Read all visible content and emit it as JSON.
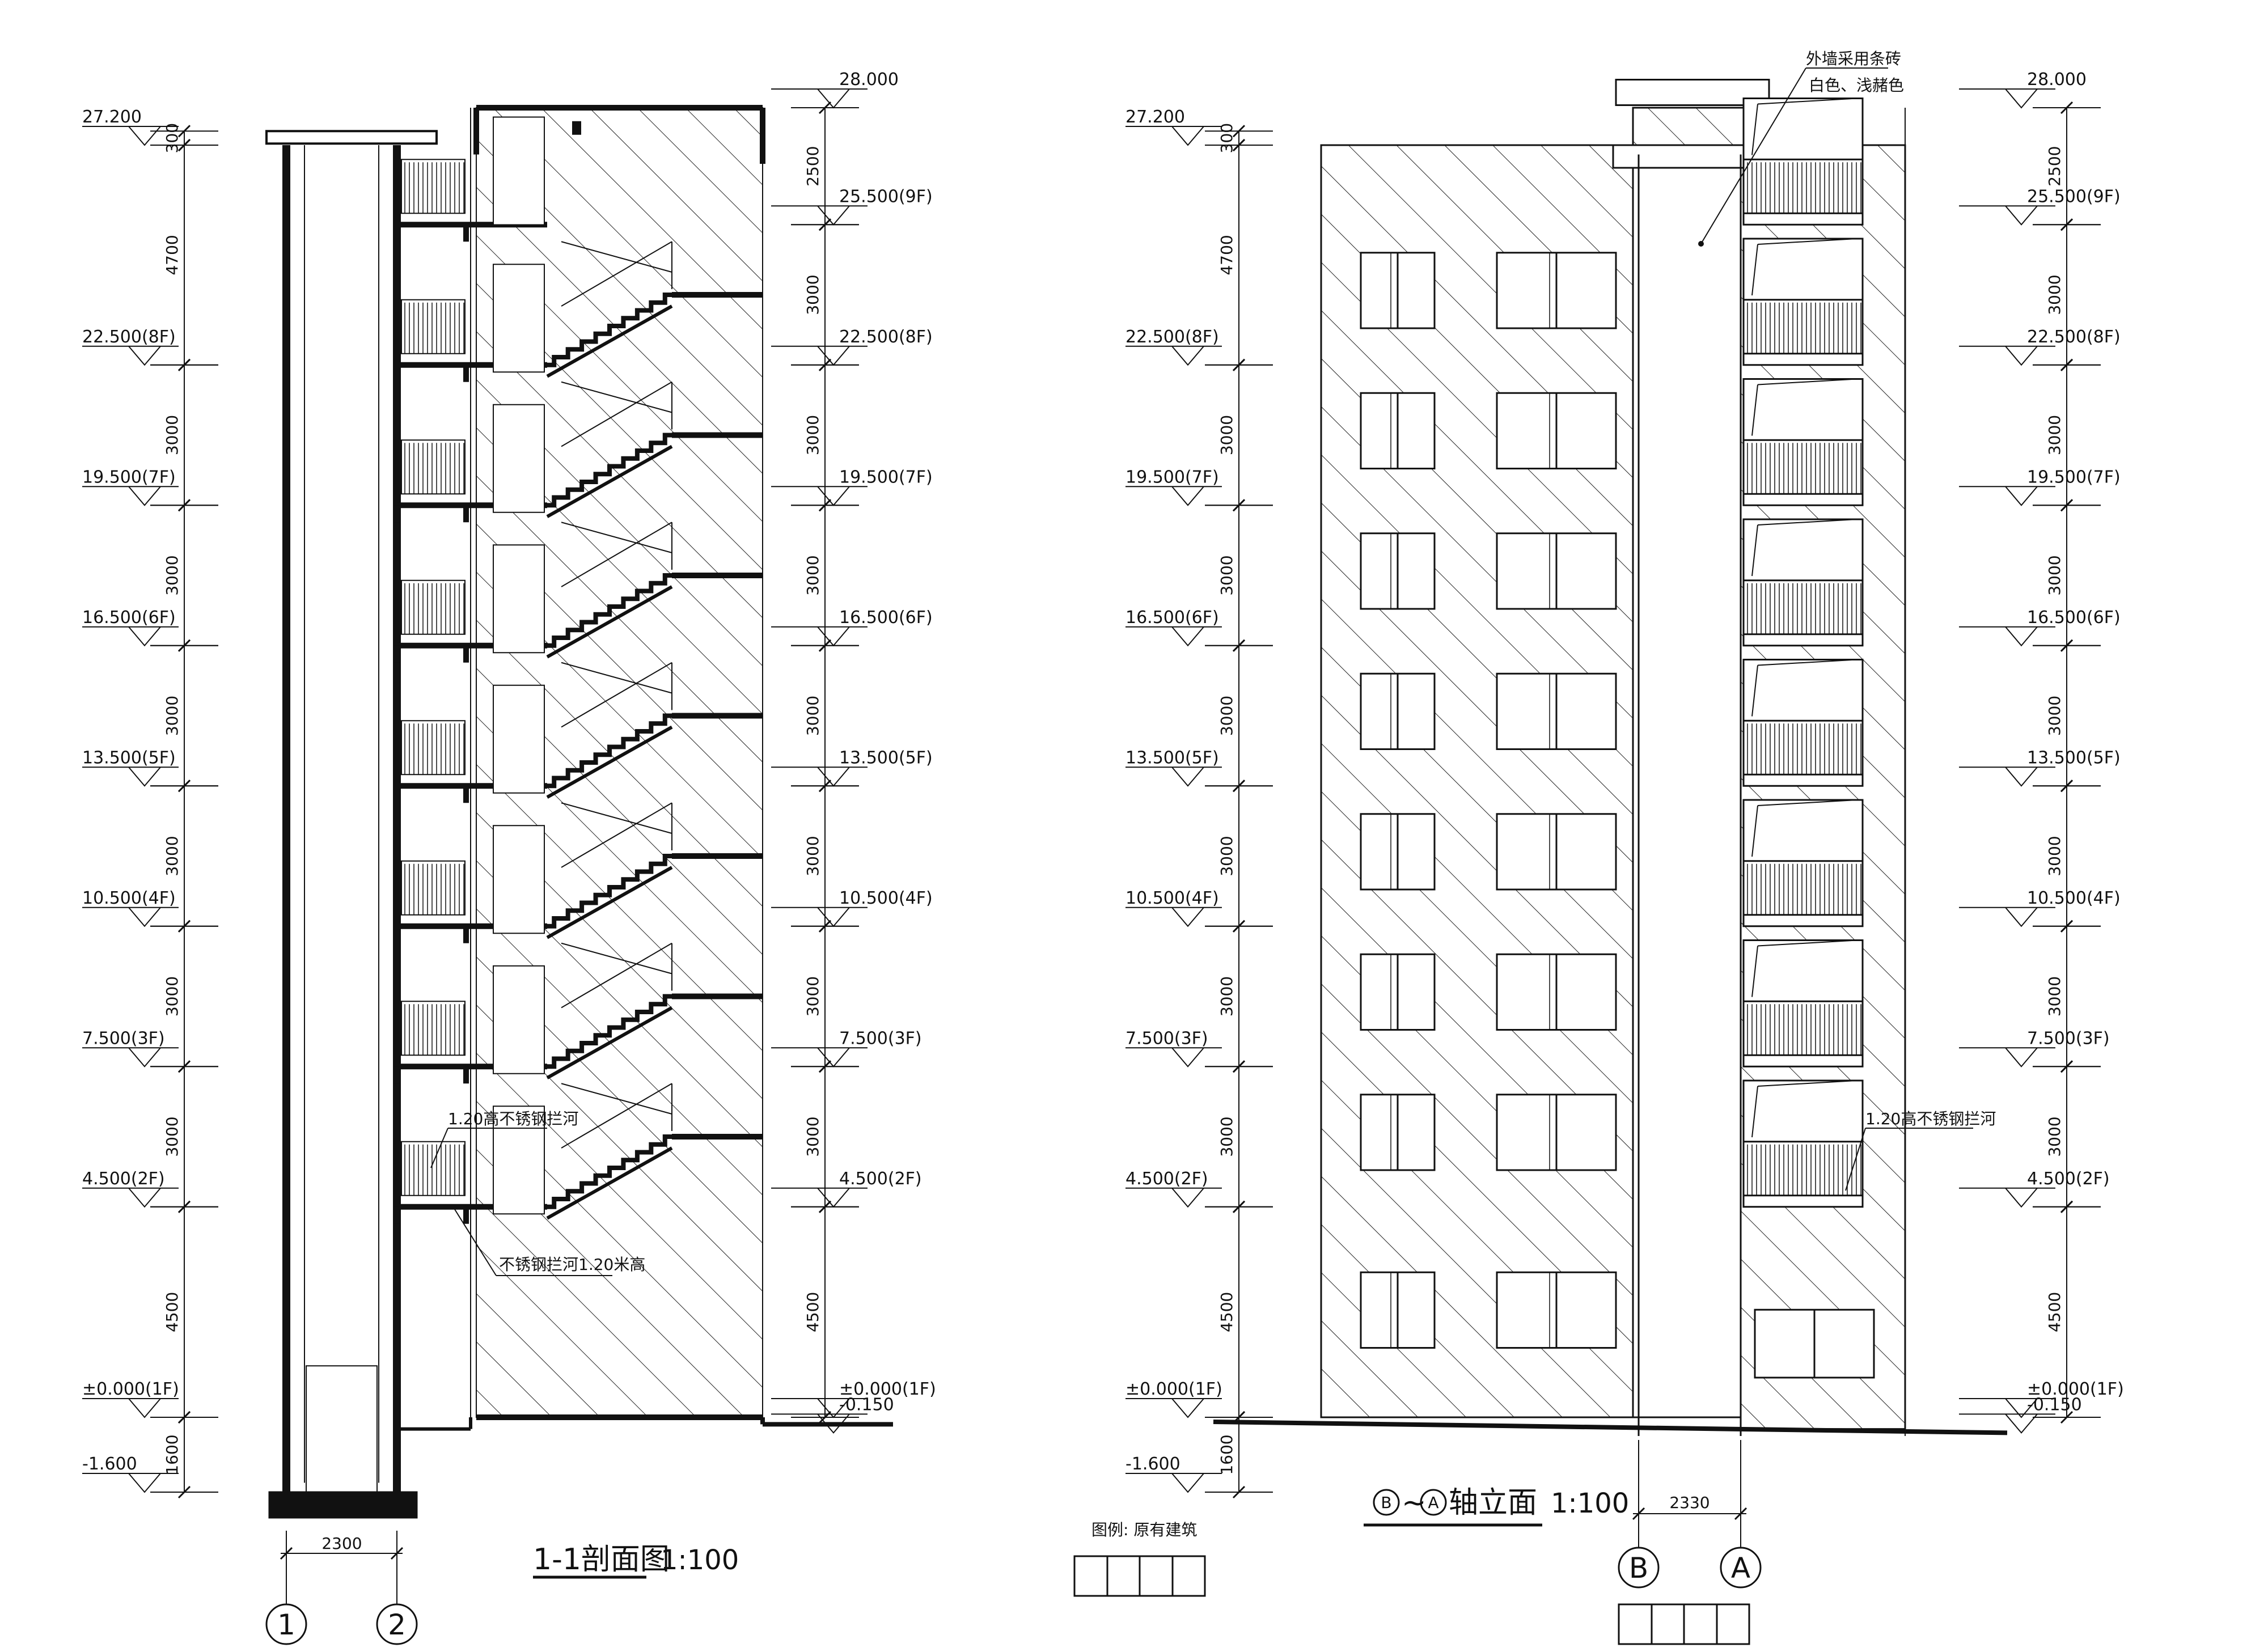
{
  "levels": [
    {
      "label": "28.000",
      "elev": 28.0,
      "side": "right"
    },
    {
      "label": "27.200",
      "elev": 27.2,
      "side": "left"
    },
    {
      "label": "25.500(9F)",
      "elev": 25.5,
      "side": "right"
    },
    {
      "label": "22.500(8F)",
      "elev": 22.5,
      "side": "both"
    },
    {
      "label": "19.500(7F)",
      "elev": 19.5,
      "side": "both"
    },
    {
      "label": "16.500(6F)",
      "elev": 16.5,
      "side": "both"
    },
    {
      "label": "13.500(5F)",
      "elev": 13.5,
      "side": "both"
    },
    {
      "label": "10.500(4F)",
      "elev": 10.5,
      "side": "both"
    },
    {
      "label": "7.500(3F)",
      "elev": 7.5,
      "side": "both"
    },
    {
      "label": "4.500(2F)",
      "elev": 4.5,
      "side": "both"
    },
    {
      "label": "±0.000(1F)",
      "elev": 0.0,
      "side": "both"
    },
    {
      "label": "-0.150",
      "elev": -0.15,
      "side": "right"
    },
    {
      "label": "-1.600",
      "elev": -1.6,
      "side": "left"
    }
  ],
  "left_dims": [
    {
      "label": "300",
      "from": 27.2,
      "to": 27.5
    },
    {
      "label": "4700",
      "from": 22.5,
      "to": 27.2
    },
    {
      "label": "3000",
      "from": 19.5,
      "to": 22.5
    },
    {
      "label": "3000",
      "from": 16.5,
      "to": 19.5
    },
    {
      "label": "3000",
      "from": 13.5,
      "to": 16.5
    },
    {
      "label": "3000",
      "from": 10.5,
      "to": 13.5
    },
    {
      "label": "3000",
      "from": 7.5,
      "to": 10.5
    },
    {
      "label": "3000",
      "from": 4.5,
      "to": 7.5
    },
    {
      "label": "4500",
      "from": 0.0,
      "to": 4.5
    },
    {
      "label": "1600",
      "from": -1.6,
      "to": 0.0
    }
  ],
  "right_dims": [
    {
      "label": "2500",
      "from": 25.5,
      "to": 28.0
    },
    {
      "label": "3000",
      "from": 22.5,
      "to": 25.5
    },
    {
      "label": "3000",
      "from": 19.5,
      "to": 22.5
    },
    {
      "label": "3000",
      "from": 16.5,
      "to": 19.5
    },
    {
      "label": "3000",
      "from": 13.5,
      "to": 16.5
    },
    {
      "label": "3000",
      "from": 10.5,
      "to": 13.5
    },
    {
      "label": "3000",
      "from": 7.5,
      "to": 10.5
    },
    {
      "label": "3000",
      "from": 4.5,
      "to": 7.5
    },
    {
      "label": "4500",
      "from": 0.0,
      "to": 4.5
    }
  ],
  "section": {
    "title": "1-1剖面图",
    "scale": "1:100",
    "width_dim": "2300",
    "axes": [
      "1",
      "2"
    ],
    "note_railing": "1.20高不锈钢拦河",
    "note_railing2": "不锈钢拦河1.20米高"
  },
  "elevation": {
    "title_axes": [
      "B",
      "A"
    ],
    "title_suffix": "轴立面",
    "scale": "1:100",
    "width_dim": "2330",
    "axes": [
      "B",
      "A"
    ],
    "note_wall_line1": "外墙采用条砖",
    "note_wall_line2": "白色、浅赭色",
    "note_railing": "1.20高不锈钢拦河"
  },
  "legend": {
    "label": "图例: 原有建筑"
  }
}
